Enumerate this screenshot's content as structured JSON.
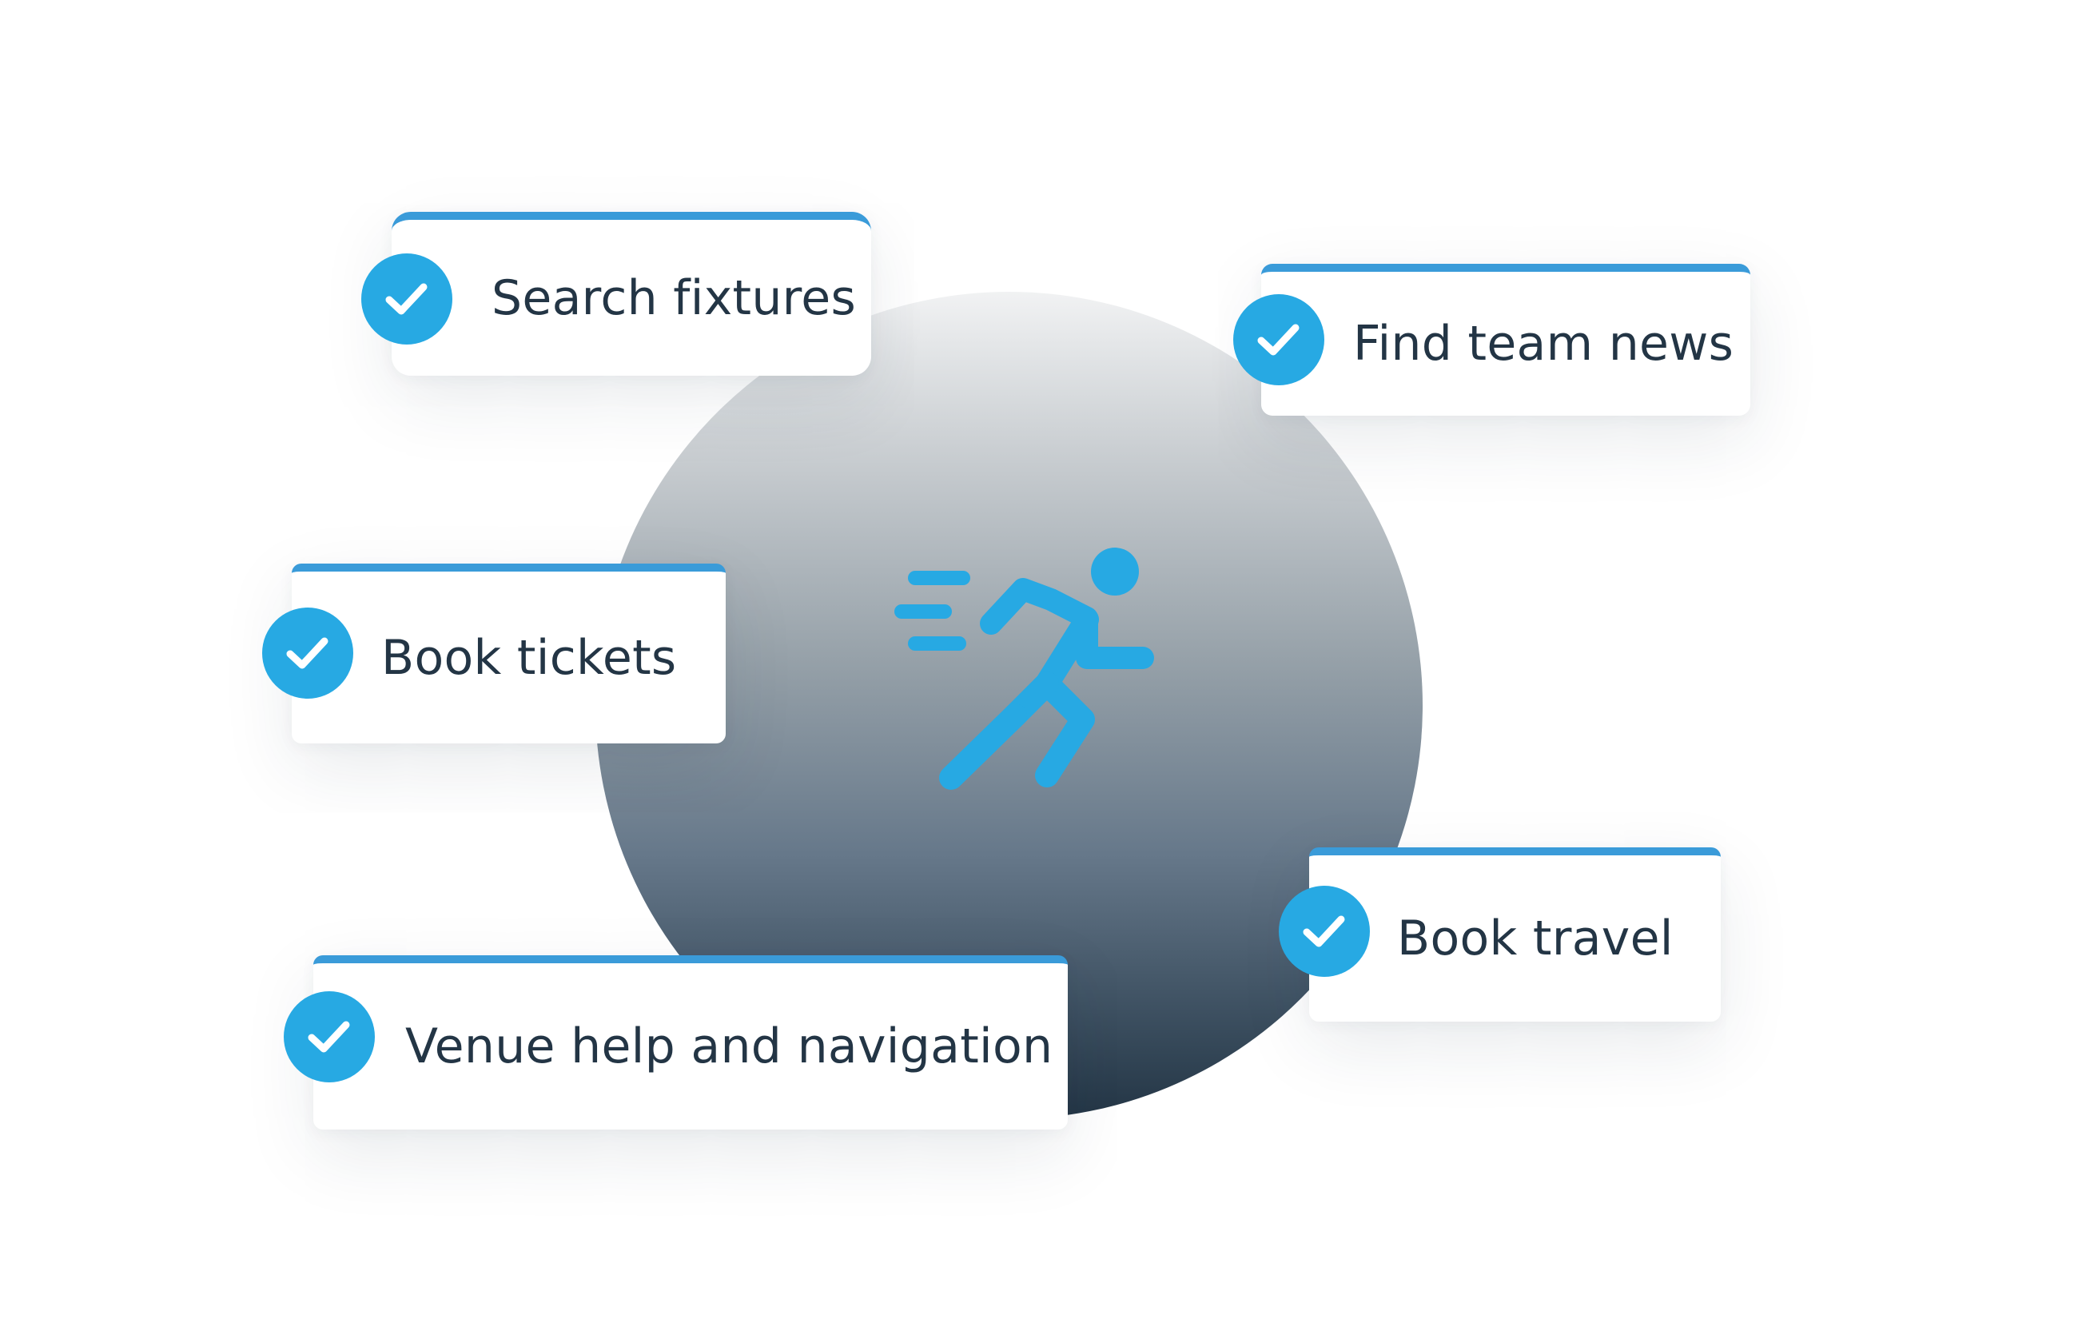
{
  "accent_color": "#27a9e3",
  "text_color": "#233545",
  "center_icon": "running-person-icon",
  "check_icon": "checkmark-icon",
  "items": [
    {
      "label": "Search fixtures"
    },
    {
      "label": "Find team news"
    },
    {
      "label": "Book tickets"
    },
    {
      "label": "Book travel"
    },
    {
      "label": "Venue help and navigation"
    }
  ]
}
